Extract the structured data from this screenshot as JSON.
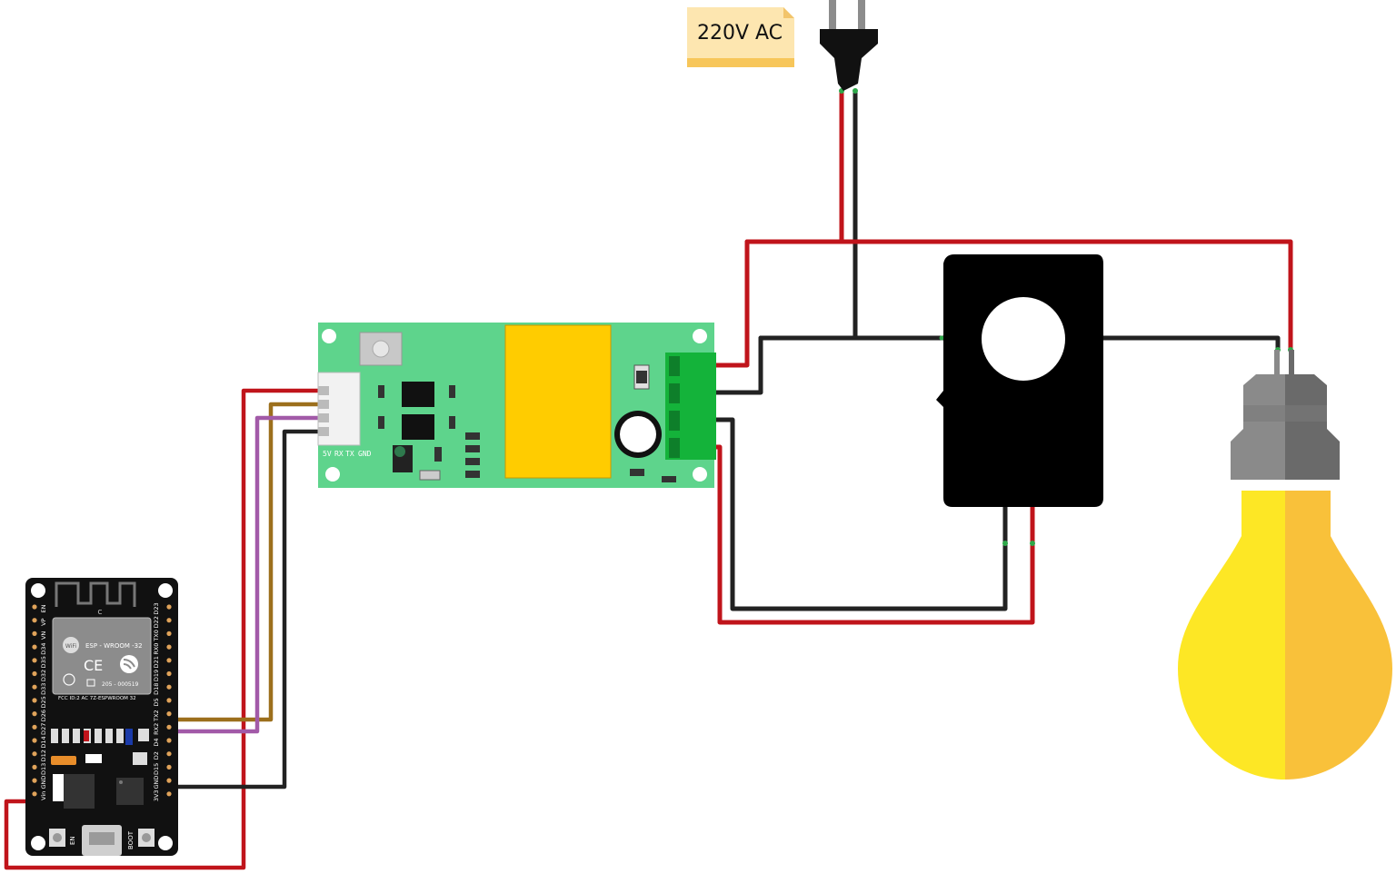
{
  "supply": {
    "label": "220V AC",
    "plug_icon": "power-plug-icon"
  },
  "pzem": {
    "pin_labels": [
      "5V",
      "RX",
      "TX",
      "GND"
    ],
    "icon": "pzem-module"
  },
  "ct_clamp": {
    "icon": "current-transformer-clamp"
  },
  "bulb": {
    "icon": "light-bulb-icon"
  },
  "esp32": {
    "module_label": "ESP - WROOM -32",
    "cert_line1": "205 - 000519",
    "cert_line2": "FCC ID:2 AC 7Z-ESPWROOM 32",
    "ce_mark": "CE",
    "wifi_mark": "WiFi",
    "c_label": "C",
    "left_pins": [
      "EN",
      "VP",
      "VN",
      "D34",
      "D35",
      "D32",
      "D33",
      "D25",
      "D26",
      "D27",
      "D14",
      "D12",
      "D13",
      "GND",
      "Vin"
    ],
    "right_pins": [
      "D23",
      "D22",
      "TX0",
      "RX0",
      "D21",
      "D19",
      "D18",
      "D5",
      "TX2",
      "RX2",
      "D4",
      "D2",
      "D15",
      "GND",
      "3V3"
    ],
    "btn_en": "EN",
    "btn_boot": "BOOT"
  },
  "colors": {
    "wire_red": "#c0141b",
    "wire_black": "#222222",
    "wire_brown": "#9c6f1c",
    "wire_purple": "#a25aa8",
    "pzem_board": "#5ed48c",
    "relay_yellow": "#ffcc00",
    "terminal_green": "#14b33a",
    "bulb_yellow_light": "#fde725",
    "bulb_yellow_dark": "#f9c13a",
    "bulb_cap_light": "#8a8a8a",
    "bulb_cap_dark": "#6a6a6a"
  }
}
